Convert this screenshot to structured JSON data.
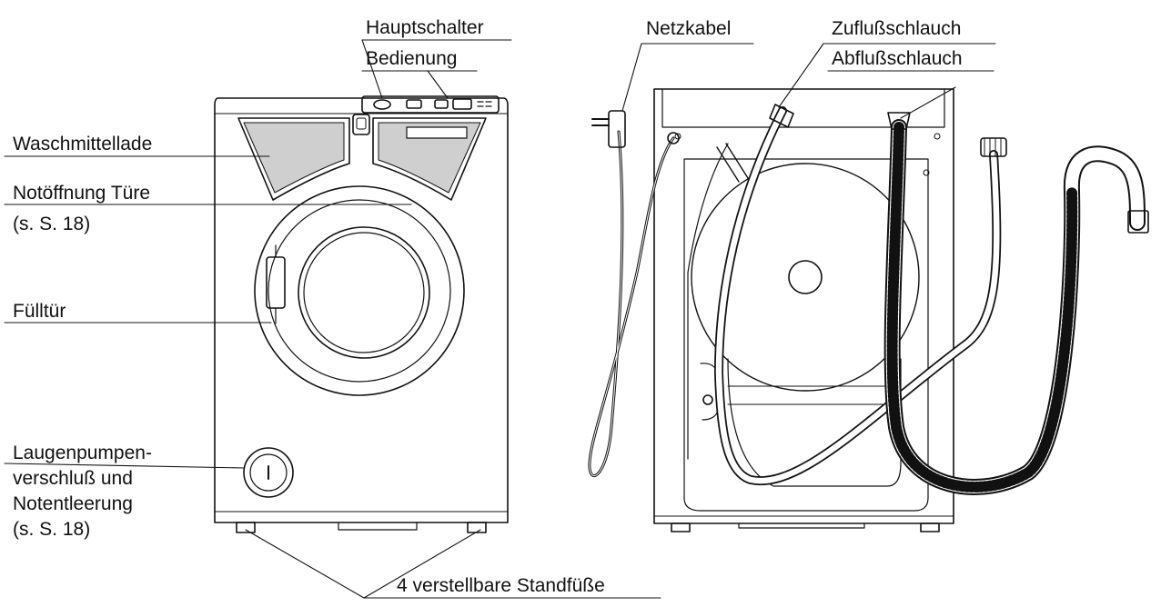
{
  "labels": {
    "hauptschalter": "Hauptschalter",
    "bedienung": "Bedienung",
    "netzkabel": "Netzkabel",
    "zufluss": "Zuflußschlauch",
    "abfluss": "Abflußschlauch",
    "waschmittellade": "Waschmittellade",
    "notoeffnung_1": "Notöffnung Türe",
    "notoeffnung_2": "(s. S. 18)",
    "fuelltuer": "Fülltür",
    "laugen_1": "Laugenpumpen-",
    "laugen_2": "verschluß und",
    "laugen_3": "Notentleerung",
    "laugen_4": "(s. S. 18)",
    "standfuesse": "4 verstellbare Standfüße"
  }
}
